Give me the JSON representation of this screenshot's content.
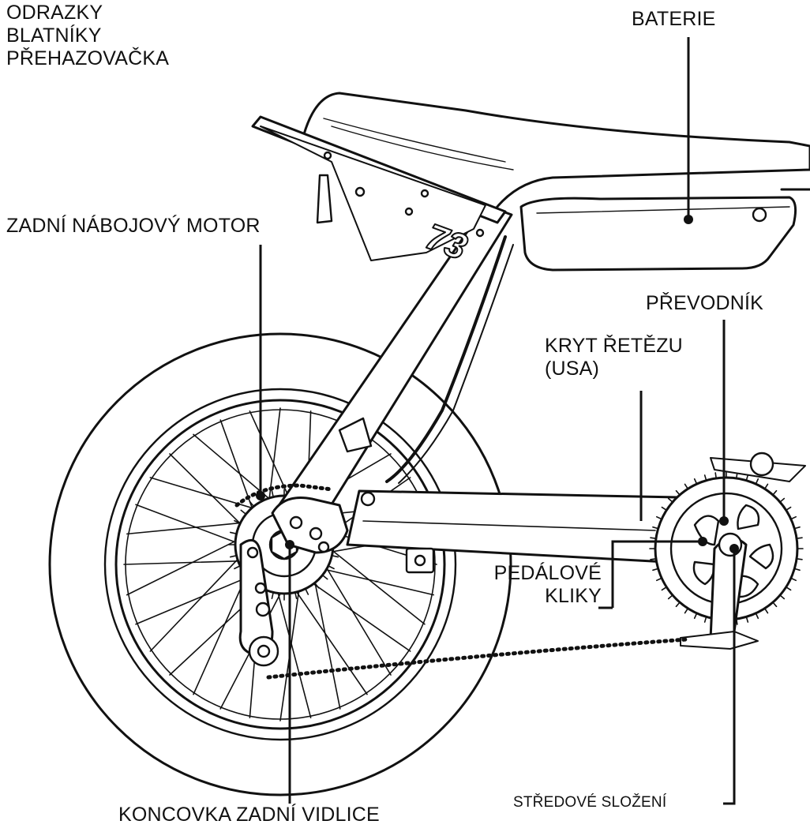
{
  "labels": {
    "top_left": [
      "ODRAZKY",
      "BLATNÍKY",
      "PŘEHAZOVAČKA"
    ],
    "battery": "BATERIE",
    "rear_hub_motor": "ZADNÍ NÁBOJOVÝ MOTOR",
    "chainring": "PŘEVODNÍK",
    "chain_guard": [
      "KRYT ŘETĚZU",
      "(USA)"
    ],
    "crank_arms": [
      "PEDÁLOVÉ",
      "KLIKY"
    ],
    "bottom_bracket": "STŘEDOVÉ SLOŽENÍ",
    "rear_dropout": "KONCOVKA ZADNÍ VIDLICE",
    "frame_number": "73"
  },
  "colors": {
    "ink": "#111111",
    "paper": "#ffffff",
    "tire": "#ffffff"
  }
}
